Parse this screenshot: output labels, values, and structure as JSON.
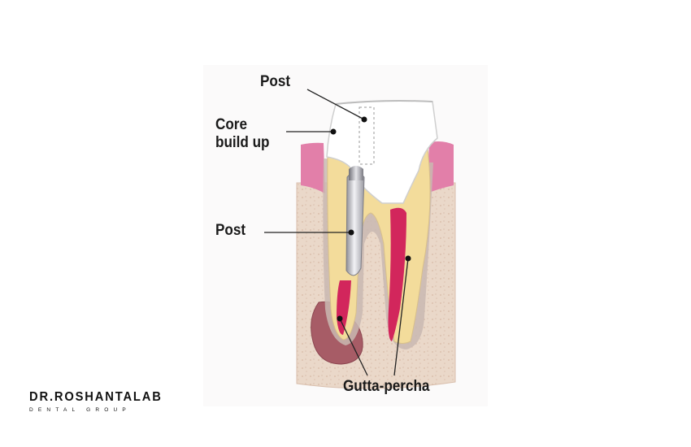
{
  "labels": {
    "post_top": "Post",
    "core_build_up_line1": "Core",
    "core_build_up_line2": "build up",
    "post_middle": "Post",
    "gutta_percha": "Gutta-percha"
  },
  "logo": {
    "name": "DR.ROSHANTALAB",
    "subtitle": "DENTAL GROUP"
  },
  "colors": {
    "gum": "#e07aa6",
    "bone": "#e9d6c6",
    "dentin": "#f3dc9c",
    "crown": "#ffffff",
    "gutta_percha": "#d4245a",
    "post_metal": "#b9b9c0",
    "lesion": "#a85a63"
  }
}
